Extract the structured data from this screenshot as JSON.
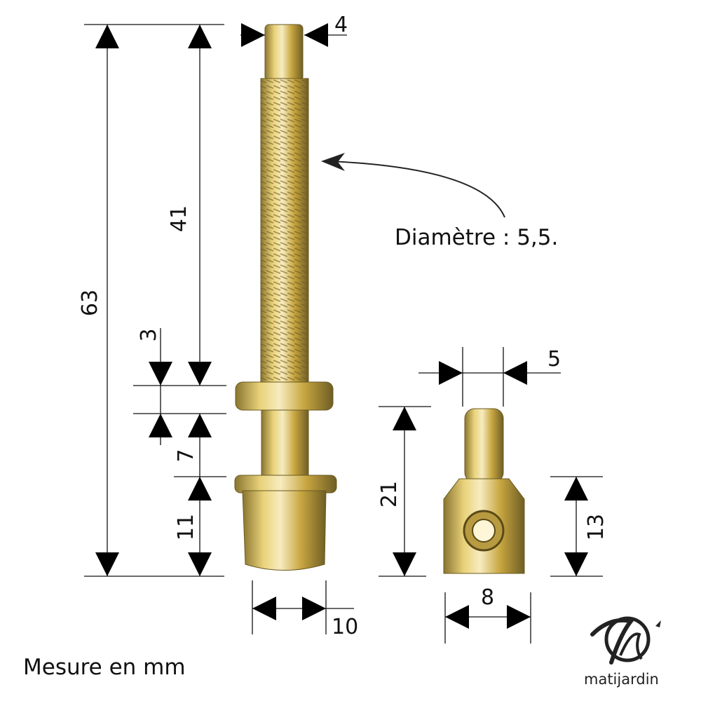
{
  "dimensions": {
    "total_length": "63",
    "thread_length": "41",
    "washer_thickness": "3",
    "shank_length": "7",
    "head_length": "11",
    "tip_width": "4",
    "head_width": "10",
    "nut_pin_width": "5",
    "nut_height": "21",
    "nut_body_height": "13",
    "nut_width": "8"
  },
  "annotation": "Diamètre : 5,5.",
  "units_note": "Mesure en mm",
  "logo": {
    "text": "matijardin"
  },
  "colors": {
    "metal_light": "#f2e2a0",
    "metal_mid": "#c9a848",
    "metal_dark": "#7a6a30"
  }
}
